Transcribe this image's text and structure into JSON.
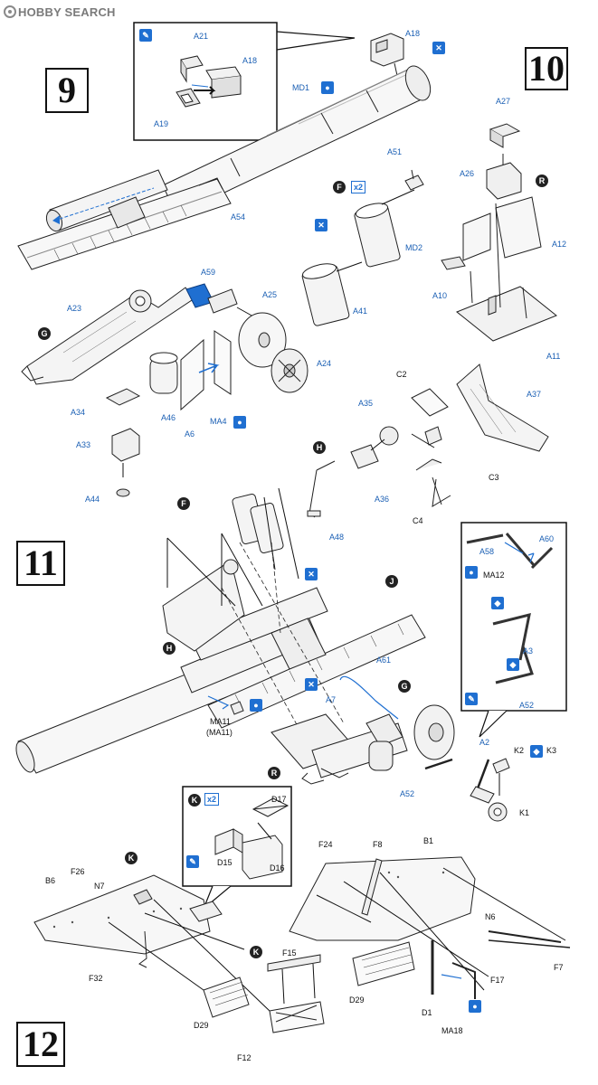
{
  "watermark": {
    "text": "HOBBY SEARCH"
  },
  "steps": [
    "9",
    "10",
    "11",
    "12"
  ],
  "labels": {
    "a21": "A21",
    "a18_inset": "A18",
    "a19": "A19",
    "a18": "A18",
    "md1": "MD1",
    "a54": "A54",
    "a51": "A51",
    "md2": "MD2",
    "a41": "A41",
    "a27": "A27",
    "a26": "A26",
    "a12": "A12",
    "a10": "A10",
    "a11": "A11",
    "a59": "A59",
    "a23": "A23",
    "a25": "A25",
    "a24": "A24",
    "a34": "A34",
    "a46": "A46",
    "a6": "A6",
    "ma4": "MA4",
    "a33": "A33",
    "a44": "A44",
    "c2": "C2",
    "a35": "A35",
    "a37": "A37",
    "c3": "C3",
    "a36": "A36",
    "a48": "A48",
    "c4": "C4",
    "a58": "A58",
    "a60": "A60",
    "ma12": "MA12",
    "a3": "A3",
    "a52_inset": "A52",
    "a61": "A61",
    "a7": "A7",
    "ma11": "MA11",
    "ma11b": "(MA11)",
    "a2": "A2",
    "k2": "K2",
    "k3": "K3",
    "a52": "A52",
    "k1": "K1",
    "d17": "D17",
    "d15": "D15",
    "d16": "D16",
    "f24": "F24",
    "f8": "F8",
    "b1": "B1",
    "b6": "B6",
    "f26": "F26",
    "n7": "N7",
    "n6": "N6",
    "f17": "F17",
    "f7": "F7",
    "f15": "F15",
    "f32": "F32",
    "d29a": "D29",
    "d29b": "D29",
    "d1": "D1",
    "ma18": "MA18",
    "f12": "F12"
  },
  "sub_assembly_markers": {
    "g1": "G",
    "r1": "R",
    "f_icon": "F",
    "h1": "H",
    "f_left": "F",
    "j1": "J",
    "h2": "H",
    "g2": "G",
    "r2": "R",
    "k_inset": "K",
    "k1": "K",
    "k2": "K"
  },
  "quantity_marks": {
    "x2a": "x2",
    "x2b": "x2"
  },
  "icons": {
    "paint": "paint-drop-icon",
    "glue": "glue-icon",
    "optional": "optional-part-icon",
    "assembly": "assembly-letter-icon"
  },
  "colors": {
    "ink": "#111111",
    "label_blue": "#1a5fb4",
    "icon_blue": "#1f6fd1",
    "highlight": "#1f6fd1"
  }
}
